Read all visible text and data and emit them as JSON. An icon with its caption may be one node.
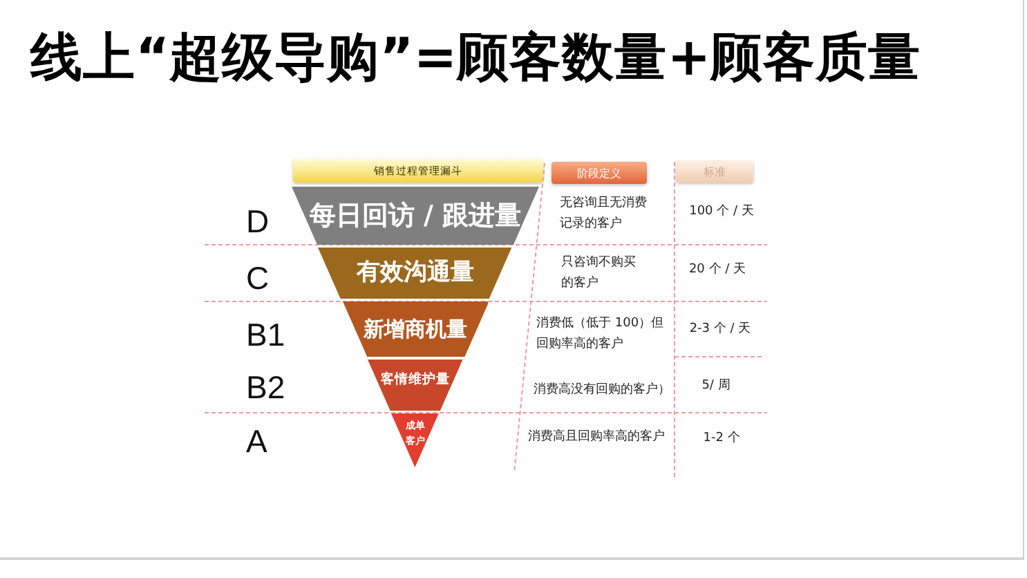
{
  "diagram": {
    "title": "线上“超级导购”=顾客数量+顾客质量",
    "nodes": [
      {
        "text": [
          "销售过程管理漏斗"
        ]
      },
      {
        "text": [
          "阶段定义"
        ]
      },
      {
        "text": [
          "标准"
        ]
      },
      {
        "text": [
          "每日回访 / 跟进量"
        ]
      },
      {
        "text": [
          "有效沟通量"
        ]
      },
      {
        "text": [
          "新增商机量"
        ]
      },
      {
        "text": [
          "客情维护量"
        ]
      },
      {
        "text": [
          "成单客户"
        ]
      }
    ],
    "labels": [
      "D",
      "无咨询且无消费记录的客户",
      "100 个 / 天",
      "C",
      "只咨询不购买的客户",
      "20 个 / 天",
      "B1",
      "消费低（低于 100）但回购率高的客户",
      "2-3 个 / 天",
      "B2",
      "消费高没有回购的客户）",
      "5/ 周",
      "A",
      "消费高且回购率高的客户",
      "1-2 个"
    ]
  }
}
